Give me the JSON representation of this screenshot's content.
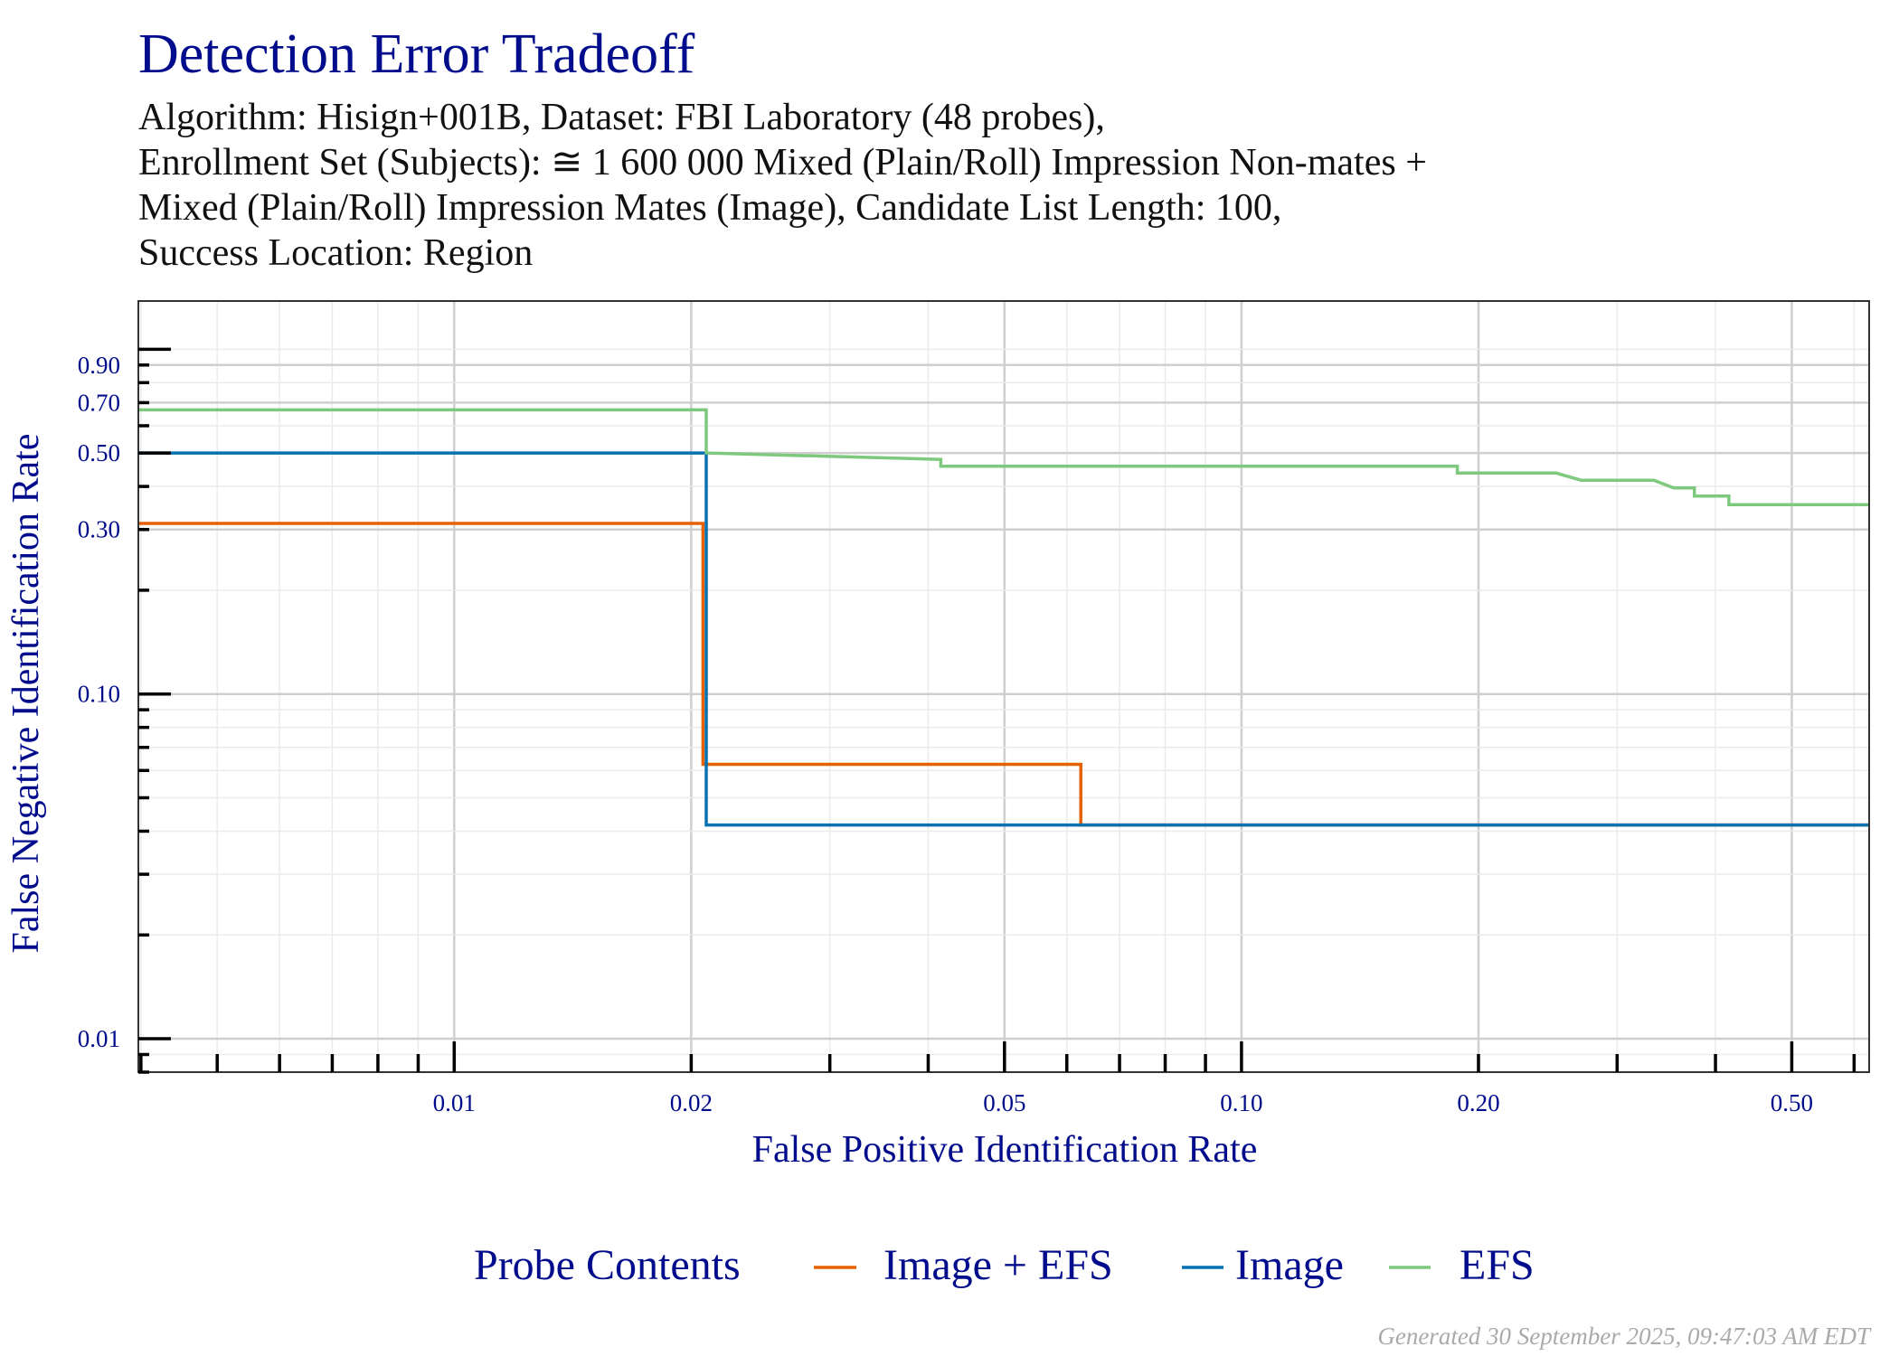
{
  "chart_data": {
    "type": "line",
    "title": "Detection Error Tradeoff",
    "subtitle_lines": [
      "Algorithm: Hisign+001B, Dataset: FBI Laboratory (48 probes),",
      "Enrollment Set (Subjects): ≅ 1 600 000 Mixed (Plain/Roll) Impression Non-mates +",
      "Mixed (Plain/Roll) Impression Mates (Image), Candidate List Length: 100,",
      "Success Location: Region"
    ],
    "xlabel": "False Positive Identification Rate",
    "ylabel": "False Negative Identification Rate",
    "x_scale": "log",
    "y_scale": "log",
    "xlim": [
      0.00397,
      0.627
    ],
    "ylim": [
      0.008,
      1.38
    ],
    "x_ticks": [
      {
        "v": 0.01,
        "label": "0.01"
      },
      {
        "v": 0.02,
        "label": "0.02"
      },
      {
        "v": 0.05,
        "label": "0.05"
      },
      {
        "v": 0.1,
        "label": "0.10"
      },
      {
        "v": 0.2,
        "label": "0.20"
      },
      {
        "v": 0.5,
        "label": "0.50"
      }
    ],
    "y_ticks": [
      {
        "v": 0.9,
        "label": "0.90"
      },
      {
        "v": 0.7,
        "label": "0.70"
      },
      {
        "v": 0.5,
        "label": "0.50"
      },
      {
        "v": 0.3,
        "label": "0.30"
      },
      {
        "v": 0.1,
        "label": "0.10"
      },
      {
        "v": 0.01,
        "label": "0.01"
      }
    ],
    "grid": true,
    "legend": {
      "title": "Probe Contents",
      "placement": "bottom"
    },
    "series": [
      {
        "name": "Image + EFS",
        "color": "#E66101",
        "points": [
          [
            0.00397,
            0.3125
          ],
          [
            0.0207,
            0.3125
          ],
          [
            0.0207,
            0.0625
          ],
          [
            0.0625,
            0.0625
          ],
          [
            0.0625,
            0.0417
          ],
          [
            0.627,
            0.0417
          ]
        ]
      },
      {
        "name": "Image",
        "color": "#0571B0",
        "points": [
          [
            0.00397,
            0.5
          ],
          [
            0.0209,
            0.5
          ],
          [
            0.0209,
            0.0417
          ],
          [
            0.627,
            0.0417
          ]
        ]
      },
      {
        "name": "EFS",
        "color": "#7FC97F",
        "points": [
          [
            0.00397,
            0.667
          ],
          [
            0.0209,
            0.667
          ],
          [
            0.0209,
            0.5
          ],
          [
            0.0415,
            0.479
          ],
          [
            0.0415,
            0.458
          ],
          [
            0.188,
            0.458
          ],
          [
            0.188,
            0.4375
          ],
          [
            0.251,
            0.4375
          ],
          [
            0.27,
            0.417
          ],
          [
            0.334,
            0.417
          ],
          [
            0.354,
            0.396
          ],
          [
            0.376,
            0.396
          ],
          [
            0.376,
            0.375
          ],
          [
            0.416,
            0.375
          ],
          [
            0.416,
            0.354
          ],
          [
            0.627,
            0.354
          ]
        ]
      }
    ]
  },
  "footer": "Generated 30 September 2025, 09:47:03 AM EDT"
}
